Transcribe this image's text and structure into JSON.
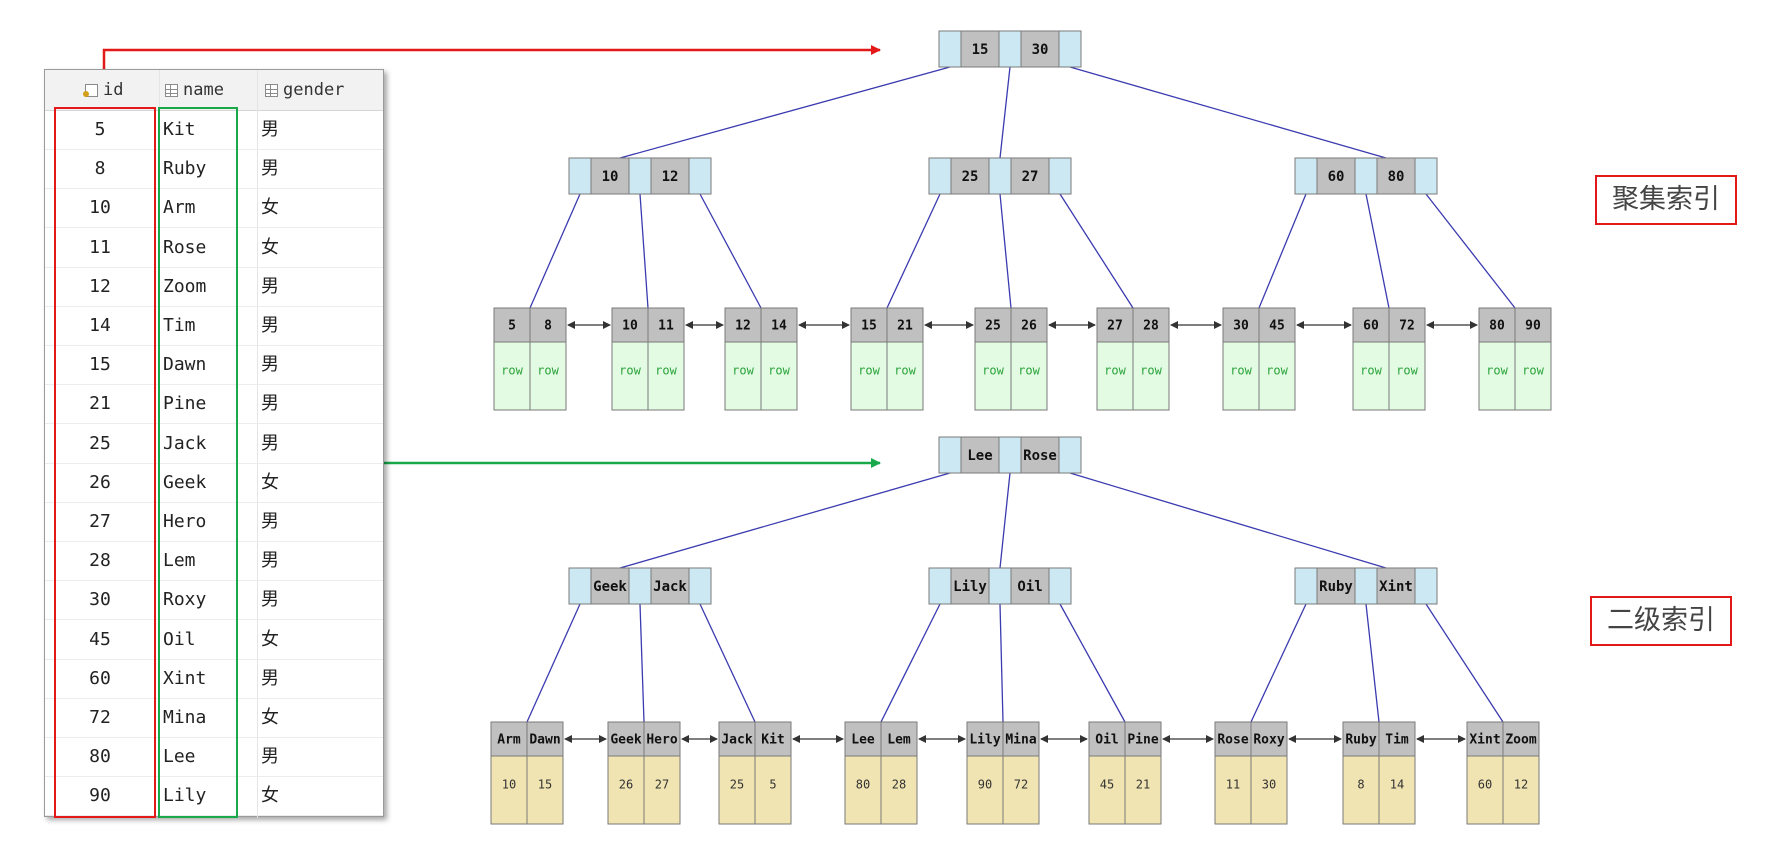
{
  "table": {
    "headers": {
      "id": "id",
      "name": "name",
      "gender": "gender"
    },
    "rows": [
      {
        "id": "5",
        "name": "Kit",
        "gender": "男"
      },
      {
        "id": "8",
        "name": "Ruby",
        "gender": "男"
      },
      {
        "id": "10",
        "name": "Arm",
        "gender": "女"
      },
      {
        "id": "11",
        "name": "Rose",
        "gender": "女"
      },
      {
        "id": "12",
        "name": "Zoom",
        "gender": "男"
      },
      {
        "id": "14",
        "name": "Tim",
        "gender": "男"
      },
      {
        "id": "15",
        "name": "Dawn",
        "gender": "男"
      },
      {
        "id": "21",
        "name": "Pine",
        "gender": "男"
      },
      {
        "id": "25",
        "name": "Jack",
        "gender": "男"
      },
      {
        "id": "26",
        "name": "Geek",
        "gender": "女"
      },
      {
        "id": "27",
        "name": "Hero",
        "gender": "男"
      },
      {
        "id": "28",
        "name": "Lem",
        "gender": "男"
      },
      {
        "id": "30",
        "name": "Roxy",
        "gender": "男"
      },
      {
        "id": "45",
        "name": "Oil",
        "gender": "女"
      },
      {
        "id": "60",
        "name": "Xint",
        "gender": "男"
      },
      {
        "id": "72",
        "name": "Mina",
        "gender": "女"
      },
      {
        "id": "80",
        "name": "Lee",
        "gender": "男"
      },
      {
        "id": "90",
        "name": "Lily",
        "gender": "女"
      }
    ]
  },
  "clustered_index": {
    "label": "聚集索引",
    "root": [
      "15",
      "30"
    ],
    "internal": [
      [
        "10",
        "12"
      ],
      [
        "25",
        "27"
      ],
      [
        "60",
        "80"
      ]
    ],
    "leaves": [
      [
        "5",
        "8"
      ],
      [
        "10",
        "11"
      ],
      [
        "12",
        "14"
      ],
      [
        "15",
        "21"
      ],
      [
        "25",
        "26"
      ],
      [
        "27",
        "28"
      ],
      [
        "30",
        "45"
      ],
      [
        "60",
        "72"
      ],
      [
        "80",
        "90"
      ]
    ],
    "leaf_payload": "row"
  },
  "secondary_index": {
    "label": "二级索引",
    "root": [
      "Lee",
      "Rose"
    ],
    "internal": [
      [
        "Geek",
        "Jack"
      ],
      [
        "Lily",
        "Oil"
      ],
      [
        "Ruby",
        "Xint"
      ]
    ],
    "leaves": [
      [
        "Arm",
        "Dawn"
      ],
      [
        "Geek",
        "Hero"
      ],
      [
        "Jack",
        "Kit"
      ],
      [
        "Lee",
        "Lem"
      ],
      [
        "Lily",
        "Mina"
      ],
      [
        "Oil",
        "Pine"
      ],
      [
        "Rose",
        "Roxy"
      ],
      [
        "Ruby",
        "Tim"
      ],
      [
        "Xint",
        "Zoom"
      ]
    ],
    "leaf_ids": [
      [
        "10",
        "15"
      ],
      [
        "26",
        "27"
      ],
      [
        "25",
        "5"
      ],
      [
        "80",
        "28"
      ],
      [
        "90",
        "72"
      ],
      [
        "45",
        "21"
      ],
      [
        "11",
        "30"
      ],
      [
        "8",
        "14"
      ],
      [
        "60",
        "12"
      ]
    ]
  },
  "colors": {
    "key_cell": "#c0c0c0",
    "pointer_cell": "#cce9f3",
    "row_cell": "#e3fbe3",
    "row_text": "#2aa33a",
    "id_cell": "#f1e4b3",
    "edge": "#3b3bb0",
    "clustered_arrow": "#e31919",
    "secondary_arrow": "#19a94a"
  }
}
